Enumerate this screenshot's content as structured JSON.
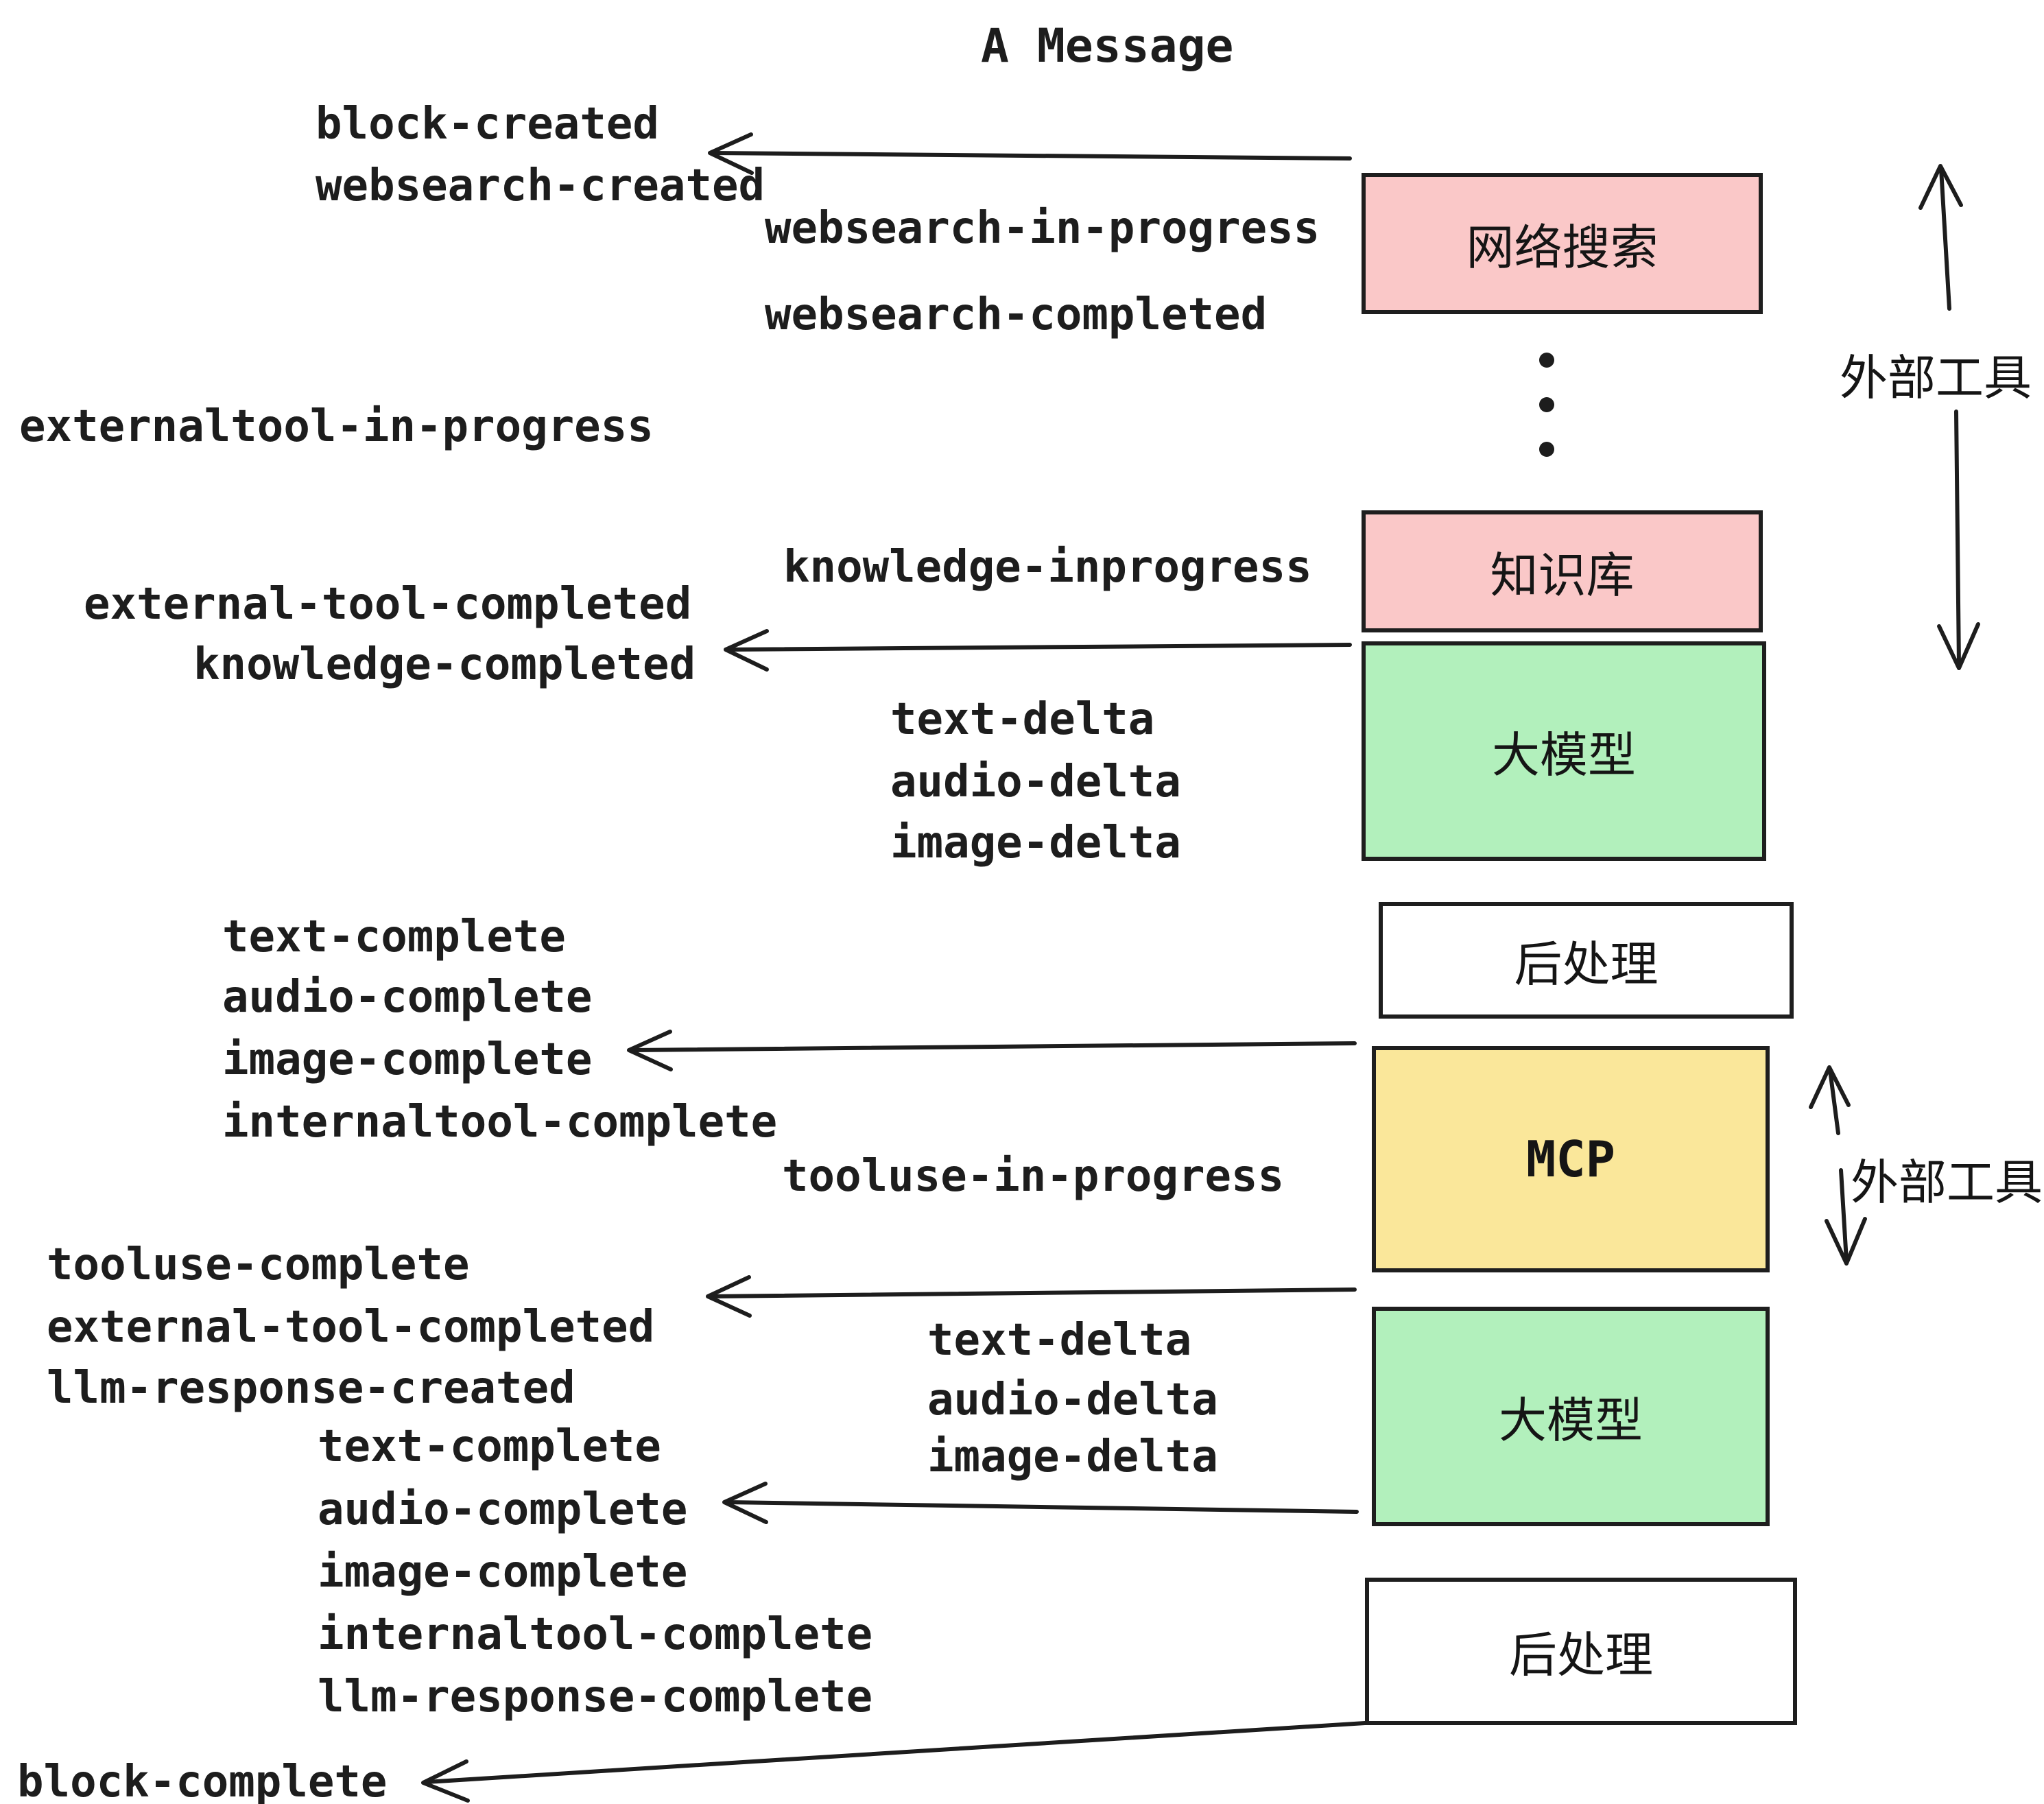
{
  "title": "A Message",
  "nodes": {
    "websearch": "网络搜索",
    "knowledge": "知识库",
    "llm": "大模型",
    "post_process": "后处理",
    "mcp": "MCP"
  },
  "side_labels": {
    "external_tools": "外部工具"
  },
  "events": {
    "block_created": "block-created",
    "websearch_created": "websearch-created",
    "websearch_in_progress": "websearch-in-progress",
    "websearch_completed": "websearch-completed",
    "externaltool_in_progress": "externaltool-in-progress",
    "knowledge_inprogress": "knowledge-inprogress",
    "external_tool_completed": "external-tool-completed",
    "knowledge_completed": "knowledge-completed",
    "text_delta": "text-delta",
    "audio_delta": "audio-delta",
    "image_delta": "image-delta",
    "text_complete": "text-complete",
    "audio_complete": "audio-complete",
    "image_complete": "image-complete",
    "internaltool_complete": "internaltool-complete",
    "tooluse_in_progress": "tooluse-in-progress",
    "tooluse_complete": "tooluse-complete",
    "llm_response_created": "llm-response-created",
    "llm_response_complete": "llm-response-complete",
    "block_complete": "block-complete"
  },
  "colors": {
    "pink_box": "#fac8c8",
    "green_box": "#b2f0bc",
    "yellow_box": "#fae79a",
    "white_box": "#ffffff",
    "ink": "#1d1d1d"
  }
}
